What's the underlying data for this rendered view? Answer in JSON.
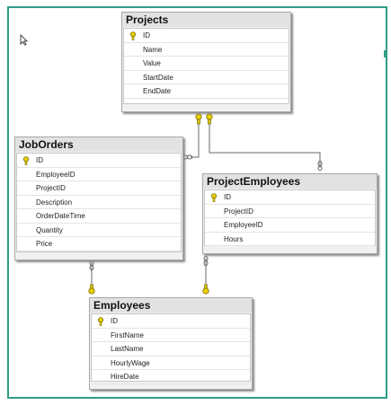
{
  "diagram": {
    "tables": {
      "projects": {
        "title": "Projects",
        "columns": [
          "ID",
          "Name",
          "Value",
          "StartDate",
          "EndDate"
        ],
        "primary_key": "ID"
      },
      "job_orders": {
        "title": "JobOrders",
        "columns": [
          "ID",
          "EmployeeID",
          "ProjectID",
          "Description",
          "OrderDateTime",
          "Quantity",
          "Price"
        ],
        "primary_key": "ID"
      },
      "project_employees": {
        "title": "ProjectEmployees",
        "columns": [
          "ID",
          "ProjectID",
          "EmployeeID",
          "Hours"
        ],
        "primary_key": "ID"
      },
      "employees": {
        "title": "Employees",
        "columns": [
          "ID",
          "FirstName",
          "LastName",
          "HourlyWage",
          "HireDate"
        ],
        "primary_key": "ID"
      }
    },
    "relationships": [
      {
        "from": "Projects",
        "to": "JobOrders",
        "type": "one-to-many"
      },
      {
        "from": "Projects",
        "to": "ProjectEmployees",
        "type": "one-to-many"
      },
      {
        "from": "Employees",
        "to": "JobOrders",
        "type": "one-to-many"
      },
      {
        "from": "Employees",
        "to": "ProjectEmployees",
        "type": "one-to-many"
      }
    ],
    "icons": {
      "primary_key": "key-icon",
      "one_end": "key-icon",
      "many_end": "infinity-icon"
    },
    "colors": {
      "frame": "#2e9e86",
      "key": "#e8d000",
      "line": "#6a6a6a"
    }
  }
}
